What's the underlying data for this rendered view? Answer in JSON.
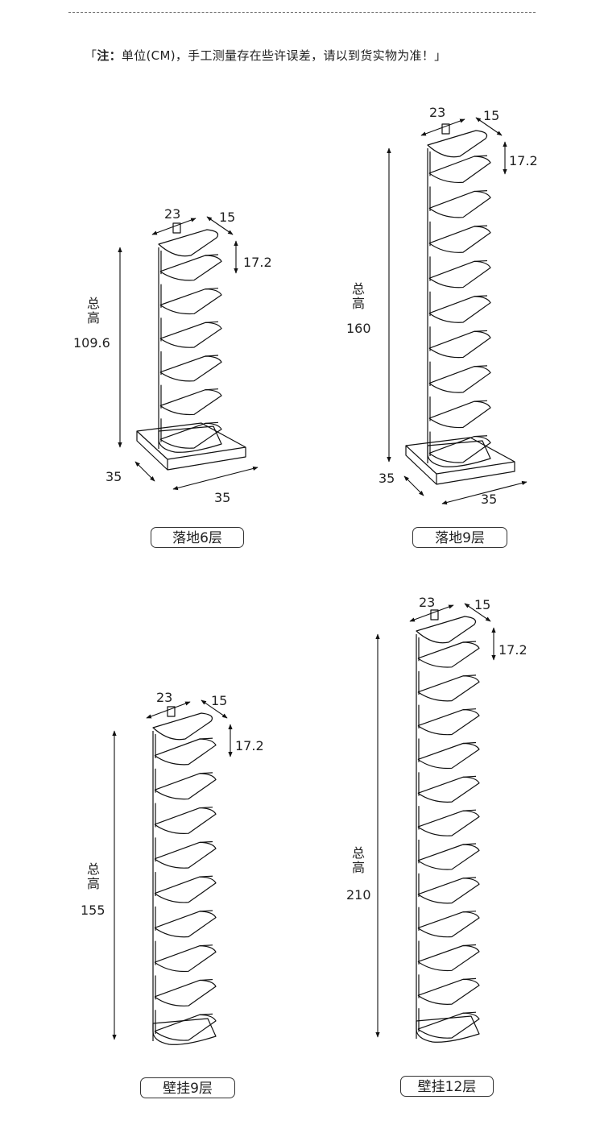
{
  "note": {
    "open_bracket": "「",
    "prefix": "注：",
    "text": "单位(CM)，手工测量存在些许误差，请以到货实物为准！",
    "close_bracket": "」"
  },
  "panels": [
    {
      "id": "floor6",
      "caption": "落地6层",
      "width": "23",
      "depth": "15",
      "spacing": "17.2",
      "total_label_1": "总",
      "total_label_2": "高",
      "total": "109.6",
      "base_left": "35",
      "base_right": "35",
      "shelves": 6,
      "stand": "floor"
    },
    {
      "id": "floor9",
      "caption": "落地9层",
      "width": "23",
      "depth": "15",
      "spacing": "17.2",
      "total_label_1": "总",
      "total_label_2": "高",
      "total": "160",
      "base_left": "35",
      "base_right": "35",
      "shelves": 9,
      "stand": "floor"
    },
    {
      "id": "wall9",
      "caption": "壁挂9层",
      "width": "23",
      "depth": "15",
      "spacing": "17.2",
      "total_label_1": "总",
      "total_label_2": "高",
      "total": "155",
      "shelves": 9,
      "stand": "wall"
    },
    {
      "id": "wall12",
      "caption": "壁挂12层",
      "width": "23",
      "depth": "15",
      "spacing": "17.2",
      "total_label_1": "总",
      "total_label_2": "高",
      "total": "210",
      "shelves": 12,
      "stand": "wall"
    }
  ]
}
